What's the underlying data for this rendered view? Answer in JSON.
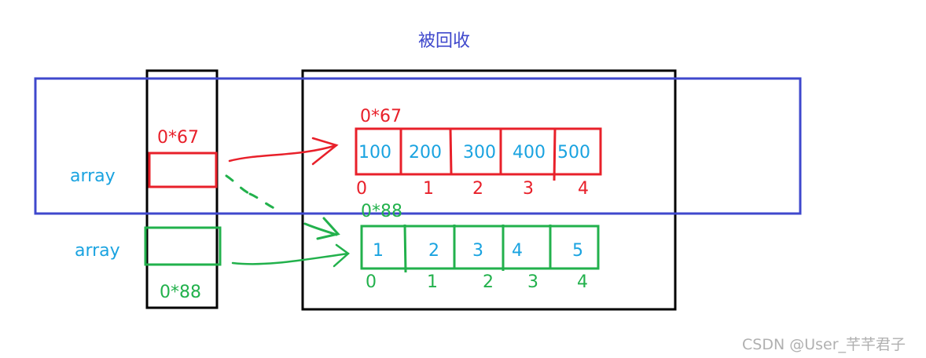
{
  "title": "被回收",
  "stack": {
    "red_var": {
      "label": "array",
      "address": "0*67"
    },
    "green_var": {
      "label": "array",
      "address": "0*88"
    }
  },
  "heap": {
    "red_array": {
      "address": "0*67",
      "values": [
        "100",
        "200",
        "300",
        "400",
        "500"
      ],
      "indices": [
        "0",
        "1",
        "2",
        "3",
        "4"
      ]
    },
    "green_array": {
      "address": "0*88",
      "values": [
        "1",
        "2",
        "3",
        "4",
        "5"
      ],
      "indices": [
        "0",
        "1",
        "2",
        "3",
        "4"
      ]
    }
  },
  "watermark": "CSDN @User_芊芊君子",
  "colors": {
    "red": "#e8202a",
    "green": "#22b14c",
    "blue": "#3f48cc",
    "cyan": "#1aa3e0",
    "black": "#000000"
  }
}
